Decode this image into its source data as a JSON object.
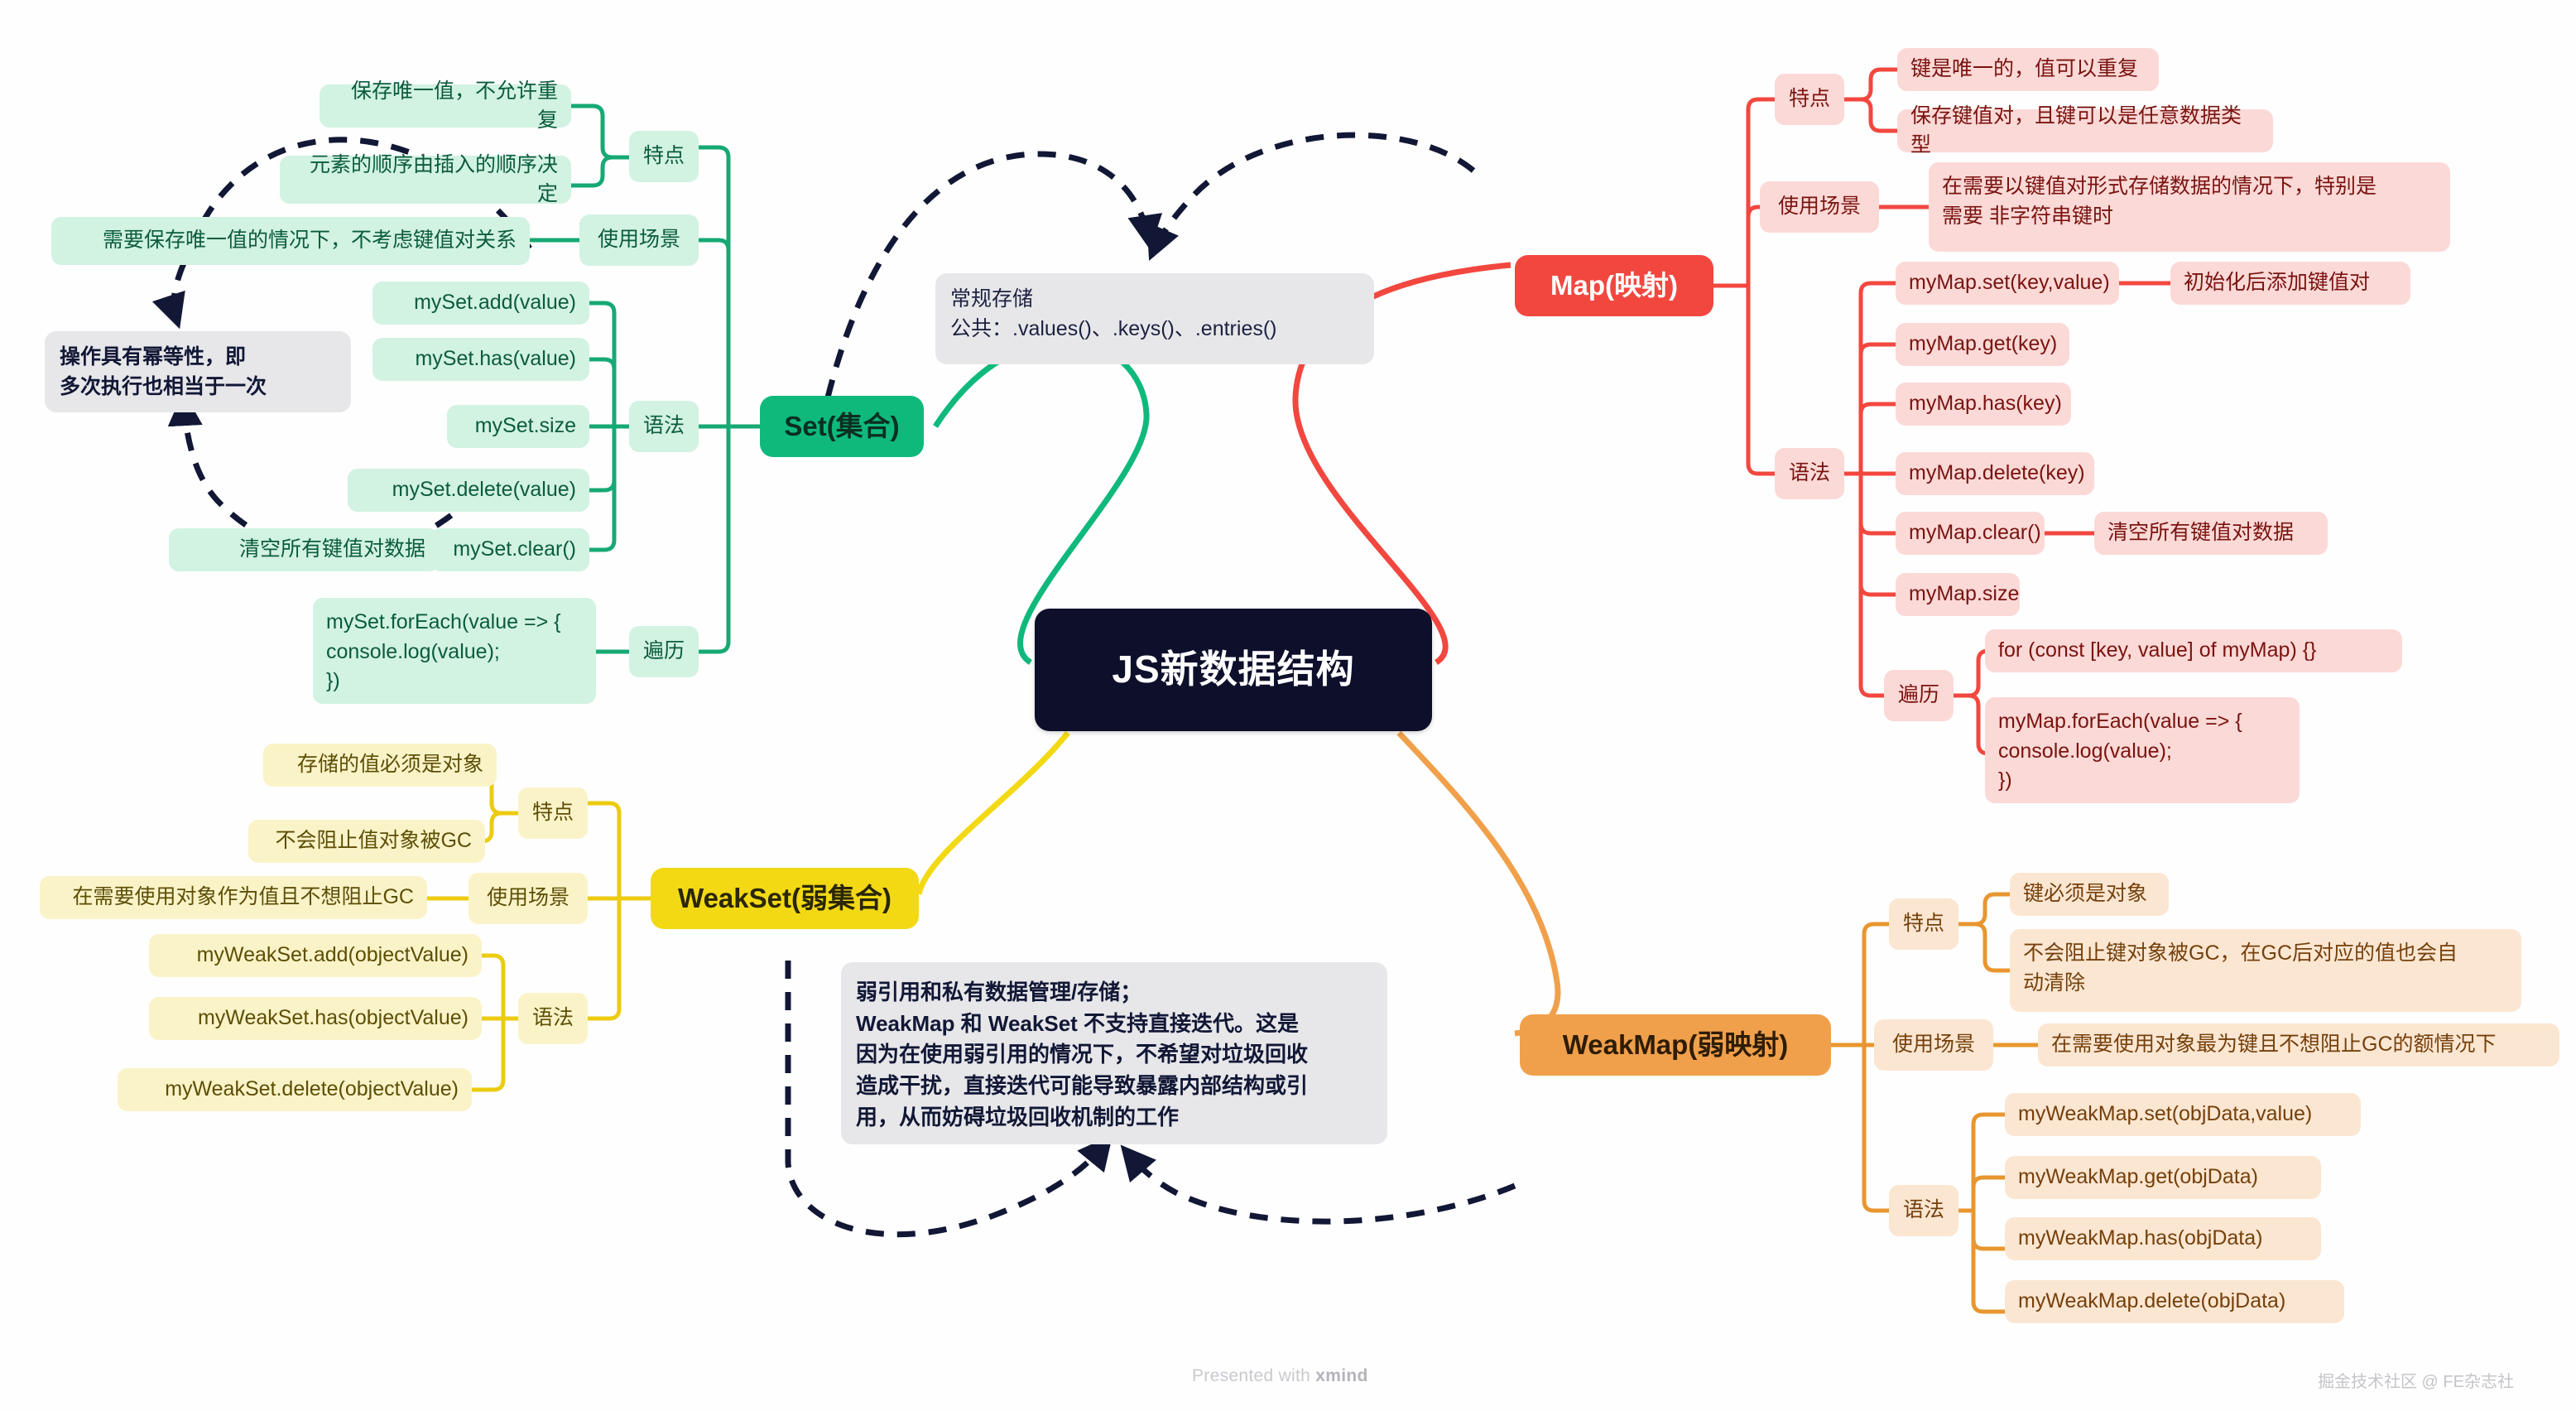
{
  "root": {
    "label": "JS新数据结构"
  },
  "colors": {
    "set": "#0fb97c",
    "map": "#f2473f",
    "weakset": "#f3d914",
    "weakmap": "#f0a04b",
    "annotation": "#111735",
    "root_bg": "#0d0f2b"
  },
  "branches": {
    "set": {
      "label": "Set(集合)",
      "groups": {
        "features": {
          "label": "特点",
          "items": [
            "保存唯一值，不允许重复",
            "元素的顺序由插入的顺序决定"
          ]
        },
        "usage": {
          "label": "使用场景",
          "items": [
            "需要保存唯一值的情况下，不考虑键值对关系"
          ]
        },
        "syntax": {
          "label": "语法",
          "items": [
            "mySet.add(value)",
            "mySet.has(value)",
            "mySet.size",
            "mySet.delete(value)",
            "mySet.clear()"
          ],
          "clear_note": "清空所有键值对数据"
        },
        "iterate": {
          "label": "遍历",
          "items": [
            "mySet.forEach(value => {\n  console.log(value);\n})"
          ]
        }
      }
    },
    "map": {
      "label": "Map(映射)",
      "groups": {
        "features": {
          "label": "特点",
          "items": [
            "键是唯一的，值可以重复",
            "保存键值对，且键可以是任意数据类型"
          ]
        },
        "usage": {
          "label": "使用场景",
          "items": [
            "在需要以键值对形式存储数据的情况下，特别是\n需要 非字符串键时"
          ]
        },
        "syntax": {
          "label": "语法",
          "items": [
            "myMap.set(key,value)",
            "myMap.get(key)",
            "myMap.has(key)",
            "myMap.delete(key)",
            "myMap.clear()",
            "myMap.size"
          ],
          "set_note": "初始化后添加键值对",
          "clear_note": "清空所有键值对数据"
        },
        "iterate": {
          "label": "遍历",
          "items": [
            "for (const [key, value] of myMap) {}",
            "myMap.forEach(value => {\n  console.log(value);\n})"
          ]
        }
      }
    },
    "weakset": {
      "label": "WeakSet(弱集合)",
      "groups": {
        "features": {
          "label": "特点",
          "items": [
            "存储的值必须是对象",
            "不会阻止值对象被GC"
          ]
        },
        "usage": {
          "label": "使用场景",
          "items": [
            "在需要使用对象作为值且不想阻止GC"
          ]
        },
        "syntax": {
          "label": "语法",
          "items": [
            "myWeakSet.add(objectValue)",
            "myWeakSet.has(objectValue)",
            "myWeakSet.delete(objectValue)"
          ]
        }
      }
    },
    "weakmap": {
      "label": "WeakMap(弱映射)",
      "groups": {
        "features": {
          "label": "特点",
          "items": [
            "键必须是对象",
            "不会阻止键对象被GC，在GC后对应的值也会自\n动清除"
          ]
        },
        "usage": {
          "label": "使用场景",
          "items": [
            "在需要使用对象最为键且不想阻止GC的额情况下"
          ]
        },
        "syntax": {
          "label": "语法",
          "items": [
            "myWeakMap.set(objData,value)",
            "myWeakMap.get(objData)",
            "myWeakMap.has(objData)",
            "myWeakMap.delete(objData)"
          ]
        }
      }
    }
  },
  "annotations": {
    "idempotent": "操作具有幂等性，即\n多次执行也相当于一次",
    "common_storage": "常规存储\n公共：.values()、.keys()、.entries()",
    "weak_note": "弱引用和私有数据管理/存储；\nWeakMap 和 WeakSet 不支持直接迭代。这是\n因为在使用弱引用的情况下，不希望对垃圾回收\n造成干扰，直接迭代可能导致暴露内部结构或引\n用，从而妨碍垃圾回收机制的工作"
  },
  "footer": {
    "presented_prefix": "Presented with ",
    "presented_brand": "xmind",
    "credit": "掘金技术社区 @ FE杂志社"
  }
}
